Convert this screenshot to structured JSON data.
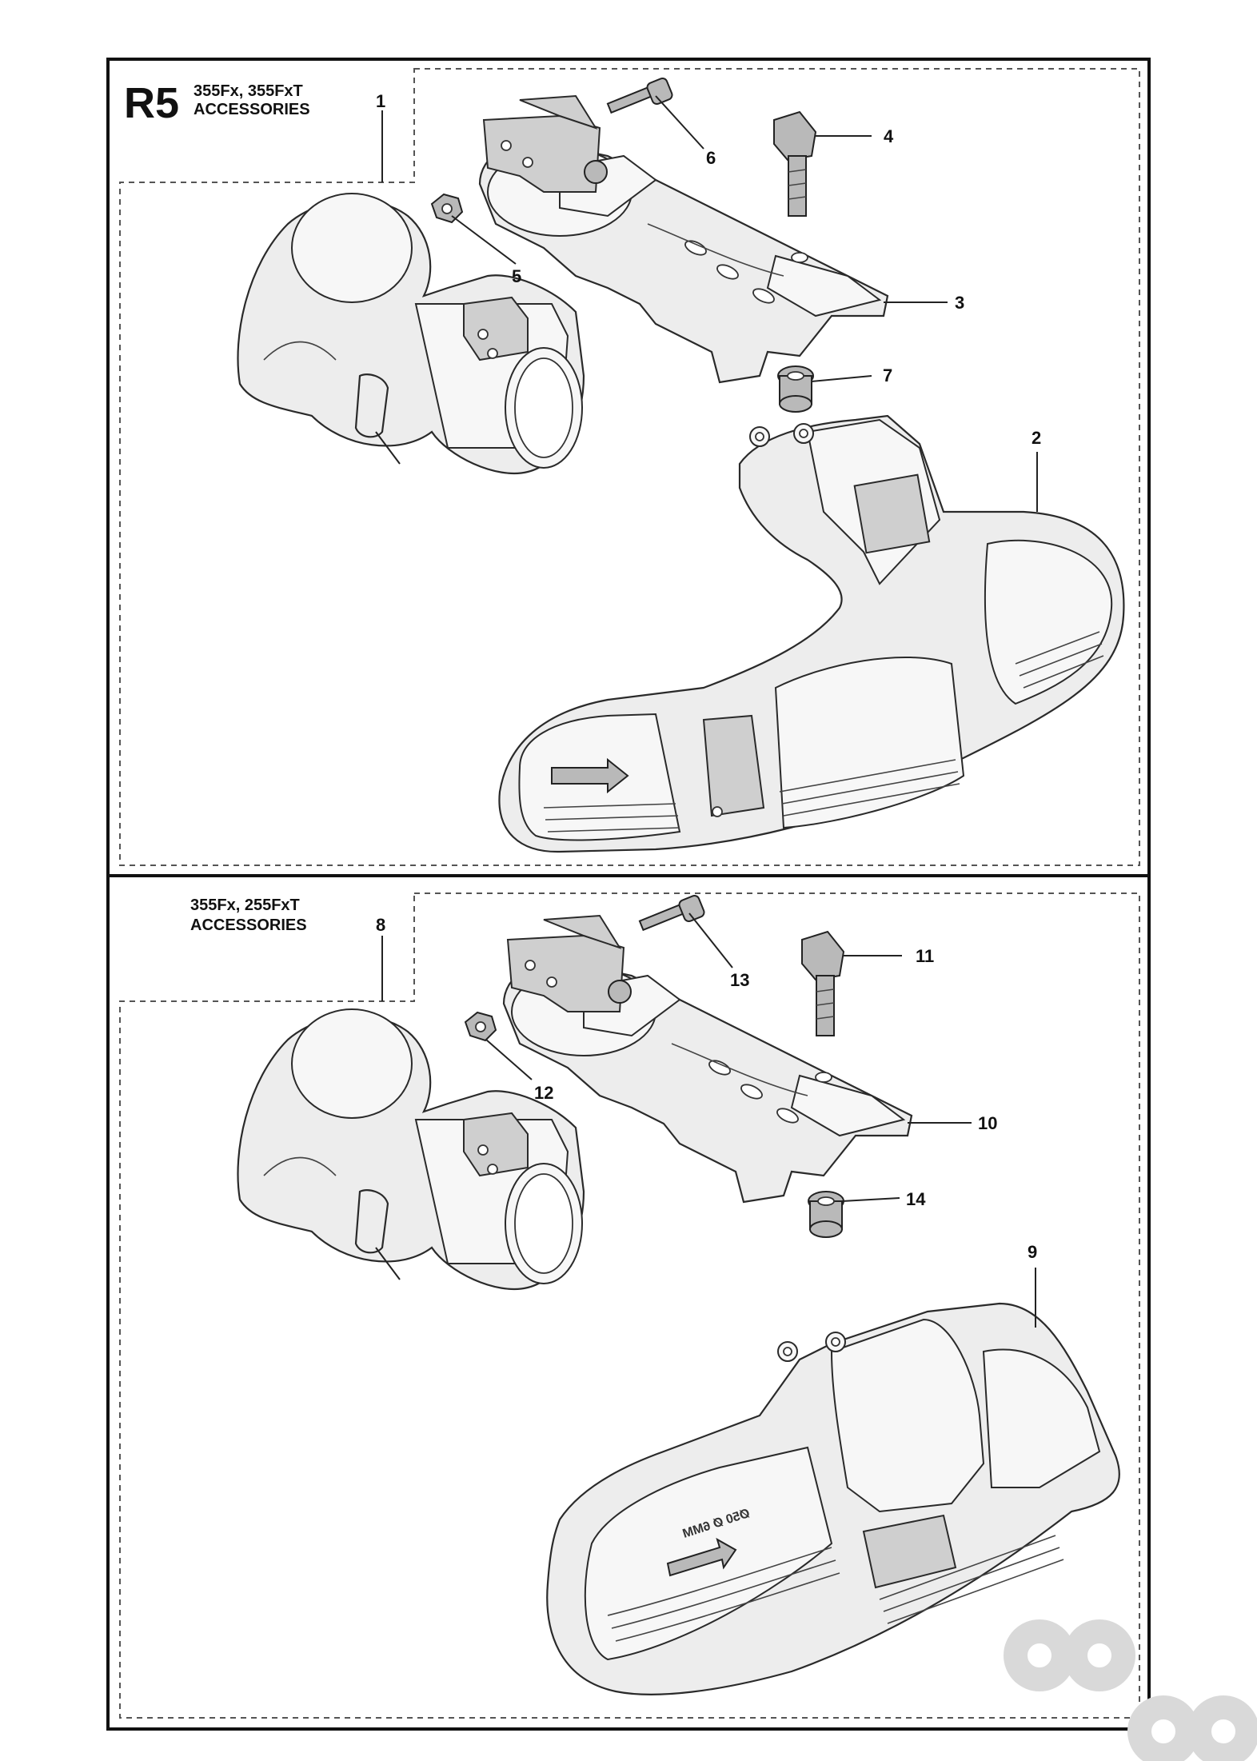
{
  "header": {
    "section_code": "R5",
    "top_models": "355Fx, 355FxT",
    "top_title": "ACCESSORIES",
    "bottom_models": "355Fx, 255FxT",
    "bottom_title": "ACCESSORIES"
  },
  "callouts": {
    "p1": "1",
    "p2": "2",
    "p3": "3",
    "p4": "4",
    "p5": "5",
    "p6": "6",
    "p7": "7",
    "p8": "8",
    "p9": "9",
    "p10": "10",
    "p11": "11",
    "p12": "12",
    "p13": "13",
    "p14": "14"
  },
  "guard_label_bottom": "Ø50 Ø 6MM",
  "colors": {
    "line": "#111111",
    "part_fill": "#ededed",
    "metal": "#b9b9b9"
  }
}
